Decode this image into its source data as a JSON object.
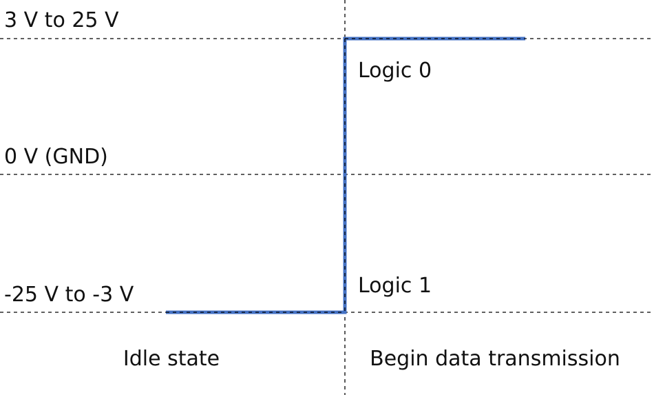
{
  "levels": {
    "high": "3 V to 25 V",
    "ground": "0 V (GND)",
    "low": "-25 V to -3 V"
  },
  "logic": {
    "zero": "Logic 0",
    "one": "Logic 1"
  },
  "phases": {
    "idle": "Idle state",
    "transmit": "Begin data transmission"
  },
  "colors": {
    "signal": "#4472C4",
    "guide": "#000000",
    "text": "#111111"
  }
}
